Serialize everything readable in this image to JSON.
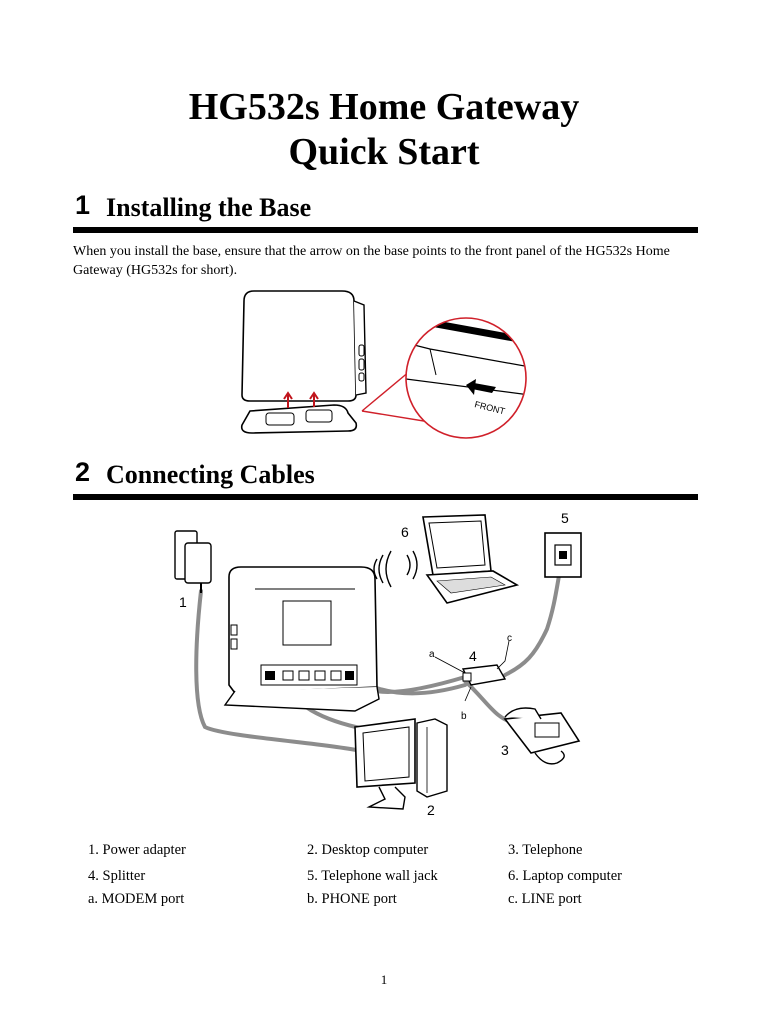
{
  "header": {
    "title_line1": "HG532s Home Gateway",
    "title_line2": "Quick Start"
  },
  "section1": {
    "number": "1",
    "title": "Installing the Base",
    "body": "When you install the base, ensure that the arrow on the base points to the front panel of the HG532s Home Gateway (HG532s for short).",
    "figure_label": "FRONT"
  },
  "section2": {
    "number": "2",
    "title": "Connecting Cables",
    "callouts": {
      "n1": "1",
      "n2": "2",
      "n3": "3",
      "n4": "4",
      "n5": "5",
      "n6": "6",
      "a": "a",
      "b": "b",
      "c": "c"
    }
  },
  "legend": {
    "row1": [
      "1. Power adapter",
      "2. Desktop computer",
      "3. Telephone"
    ],
    "row2": [
      "4. Splitter",
      "5. Telephone wall jack",
      "6. Laptop computer"
    ],
    "row3": [
      "a. MODEM port",
      "b. PHONE port",
      "c. LINE port"
    ]
  },
  "footer": {
    "page_number": "1"
  },
  "colors": {
    "callout_circle": "#d0202a",
    "cable": "#8c8c8c",
    "rule": "#000000"
  }
}
